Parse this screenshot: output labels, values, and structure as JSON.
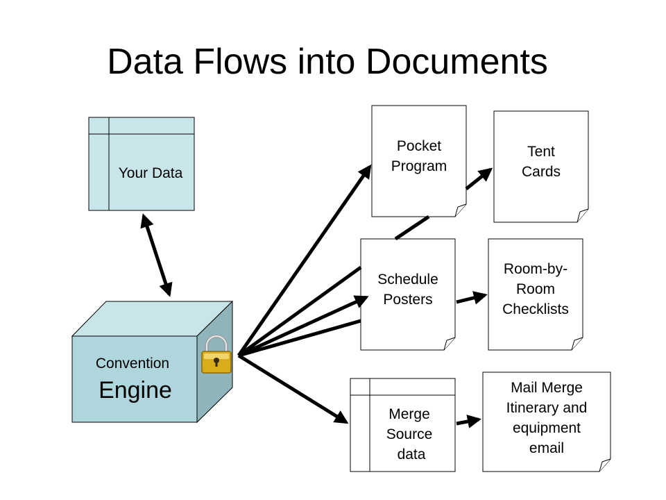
{
  "title": "Data Flows into Documents",
  "colors": {
    "data_fill": "#c8e6ea",
    "cube_front": "#aed6dc",
    "cube_top": "#c8e6ea",
    "cube_side": "#8fb4ba",
    "doc_fill": "#ffffff",
    "stroke": "#000000",
    "lock_body": "#d8ad1c"
  },
  "your_data": {
    "label": "Your Data"
  },
  "engine": {
    "line1": "Convention",
    "line2": "Engine",
    "icon": "lock-icon"
  },
  "documents": {
    "pocket_program": [
      "Pocket",
      "Program"
    ],
    "tent_cards": [
      "Tent",
      "Cards"
    ],
    "schedule_posters": [
      "Schedule",
      "Posters"
    ],
    "room_checklists": [
      "Room-by-",
      "Room",
      "Checklists"
    ],
    "merge_source": [
      "Merge",
      "Source",
      "data"
    ],
    "mail_merge": [
      "Mail Merge",
      "Itinerary and",
      "equipment",
      "email"
    ]
  }
}
